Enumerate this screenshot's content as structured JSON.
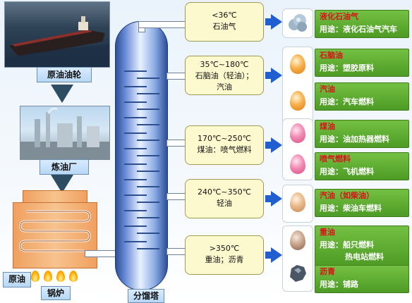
{
  "left": {
    "ship_caption": "原油油轮",
    "refinery_caption": "炼油厂",
    "crude_label": "原油",
    "boiler_label": "锅炉",
    "column_label": "分馏塔"
  },
  "fractions": [
    {
      "temp": "<36℃",
      "name": "石油气"
    },
    {
      "temp": "35℃~180℃",
      "name": "石脑油（轻油）；",
      "name2": "汽油"
    },
    {
      "temp": "170℃~250℃",
      "name": "煤油：喷气燃料"
    },
    {
      "temp": "240℃~350℃",
      "name": "轻油"
    },
    {
      "temp": ">350℃",
      "name": "重油；沥青"
    }
  ],
  "products": [
    {
      "name": "液化石油气",
      "use": "用途：液化石油气汽车"
    },
    {
      "name": "石脑油",
      "use": "用途：塑胶原料"
    },
    {
      "name": "汽油",
      "use": "用途：汽车燃料"
    },
    {
      "name": "煤油",
      "use": "用途：油加热器燃料"
    },
    {
      "name": "喷气燃料",
      "use": "用途：飞机燃料"
    },
    {
      "name": "汽油（如柴油）",
      "use": "用途：柴油车燃料"
    },
    {
      "name": "重油",
      "use": "用途：船只燃料",
      "use2": "热电站燃料"
    },
    {
      "name": "沥青",
      "use": "用途：铺路"
    }
  ],
  "colors": {
    "arrow": "#1f5fd0",
    "use_box": "#5aa82e",
    "product_name": "#d8141a",
    "fraction_box": "#fdf9cf"
  }
}
